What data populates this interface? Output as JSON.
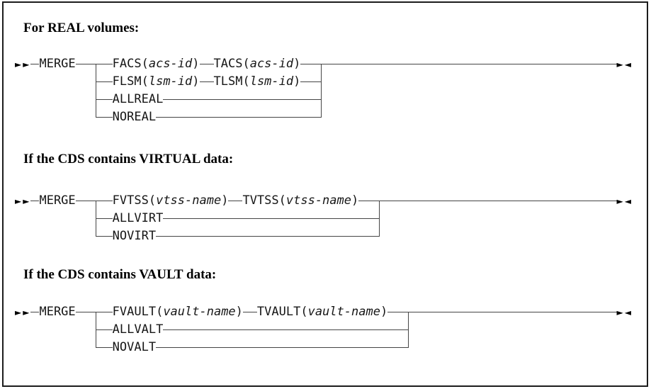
{
  "window": {
    "background": "#ffffff",
    "border_color": "#1c1c1c",
    "line_color": "#454545"
  },
  "sections": [
    {
      "heading": "For REAL volumes:",
      "diagram": {
        "start_arrows": "►►",
        "end_arrows": "►◄",
        "command": "MERGE",
        "alternatives": [
          {
            "segments": [
              {
                "parts": [
                  {
                    "text": "FACS(",
                    "italic": false
                  },
                  {
                    "text": "acs-id",
                    "italic": true
                  },
                  {
                    "text": ")",
                    "italic": false
                  }
                ]
              },
              {
                "parts": [
                  {
                    "text": "TACS(",
                    "italic": false
                  },
                  {
                    "text": "acs-id",
                    "italic": true
                  },
                  {
                    "text": ")",
                    "italic": false
                  }
                ]
              }
            ]
          },
          {
            "segments": [
              {
                "parts": [
                  {
                    "text": "FLSM(",
                    "italic": false
                  },
                  {
                    "text": "lsm-id",
                    "italic": true
                  },
                  {
                    "text": ")",
                    "italic": false
                  }
                ]
              },
              {
                "parts": [
                  {
                    "text": "TLSM(",
                    "italic": false
                  },
                  {
                    "text": "lsm-id",
                    "italic": true
                  },
                  {
                    "text": ")",
                    "italic": false
                  }
                ]
              }
            ]
          },
          {
            "segments": [
              {
                "parts": [
                  {
                    "text": "ALLREAL",
                    "italic": false
                  }
                ]
              }
            ]
          },
          {
            "segments": [
              {
                "parts": [
                  {
                    "text": "NOREAL",
                    "italic": false
                  }
                ]
              }
            ]
          }
        ]
      }
    },
    {
      "heading": "If the CDS contains VIRTUAL data:",
      "diagram": {
        "start_arrows": "►►",
        "end_arrows": "►◄",
        "command": "MERGE",
        "alternatives": [
          {
            "segments": [
              {
                "parts": [
                  {
                    "text": "FVTSS(",
                    "italic": false
                  },
                  {
                    "text": "vtss-name",
                    "italic": true
                  },
                  {
                    "text": ")",
                    "italic": false
                  }
                ]
              },
              {
                "parts": [
                  {
                    "text": "TVTSS(",
                    "italic": false
                  },
                  {
                    "text": "vtss-name",
                    "italic": true
                  },
                  {
                    "text": ")",
                    "italic": false
                  }
                ]
              }
            ]
          },
          {
            "segments": [
              {
                "parts": [
                  {
                    "text": "ALLVIRT",
                    "italic": false
                  }
                ]
              }
            ]
          },
          {
            "segments": [
              {
                "parts": [
                  {
                    "text": "NOVIRT",
                    "italic": false
                  }
                ]
              }
            ]
          }
        ]
      }
    },
    {
      "heading": "If the CDS contains VAULT data:",
      "diagram": {
        "start_arrows": "►►",
        "end_arrows": "►◄",
        "command": "MERGE",
        "alternatives": [
          {
            "segments": [
              {
                "parts": [
                  {
                    "text": "FVAULT(",
                    "italic": false
                  },
                  {
                    "text": "vault-name",
                    "italic": true
                  },
                  {
                    "text": ")",
                    "italic": false
                  }
                ]
              },
              {
                "parts": [
                  {
                    "text": "TVAULT(",
                    "italic": false
                  },
                  {
                    "text": "vault-name",
                    "italic": true
                  },
                  {
                    "text": ")",
                    "italic": false
                  }
                ]
              }
            ]
          },
          {
            "segments": [
              {
                "parts": [
                  {
                    "text": "ALLVALT",
                    "italic": false
                  }
                ]
              }
            ]
          },
          {
            "segments": [
              {
                "parts": [
                  {
                    "text": "NOVALT",
                    "italic": false
                  }
                ]
              }
            ]
          }
        ]
      }
    }
  ]
}
